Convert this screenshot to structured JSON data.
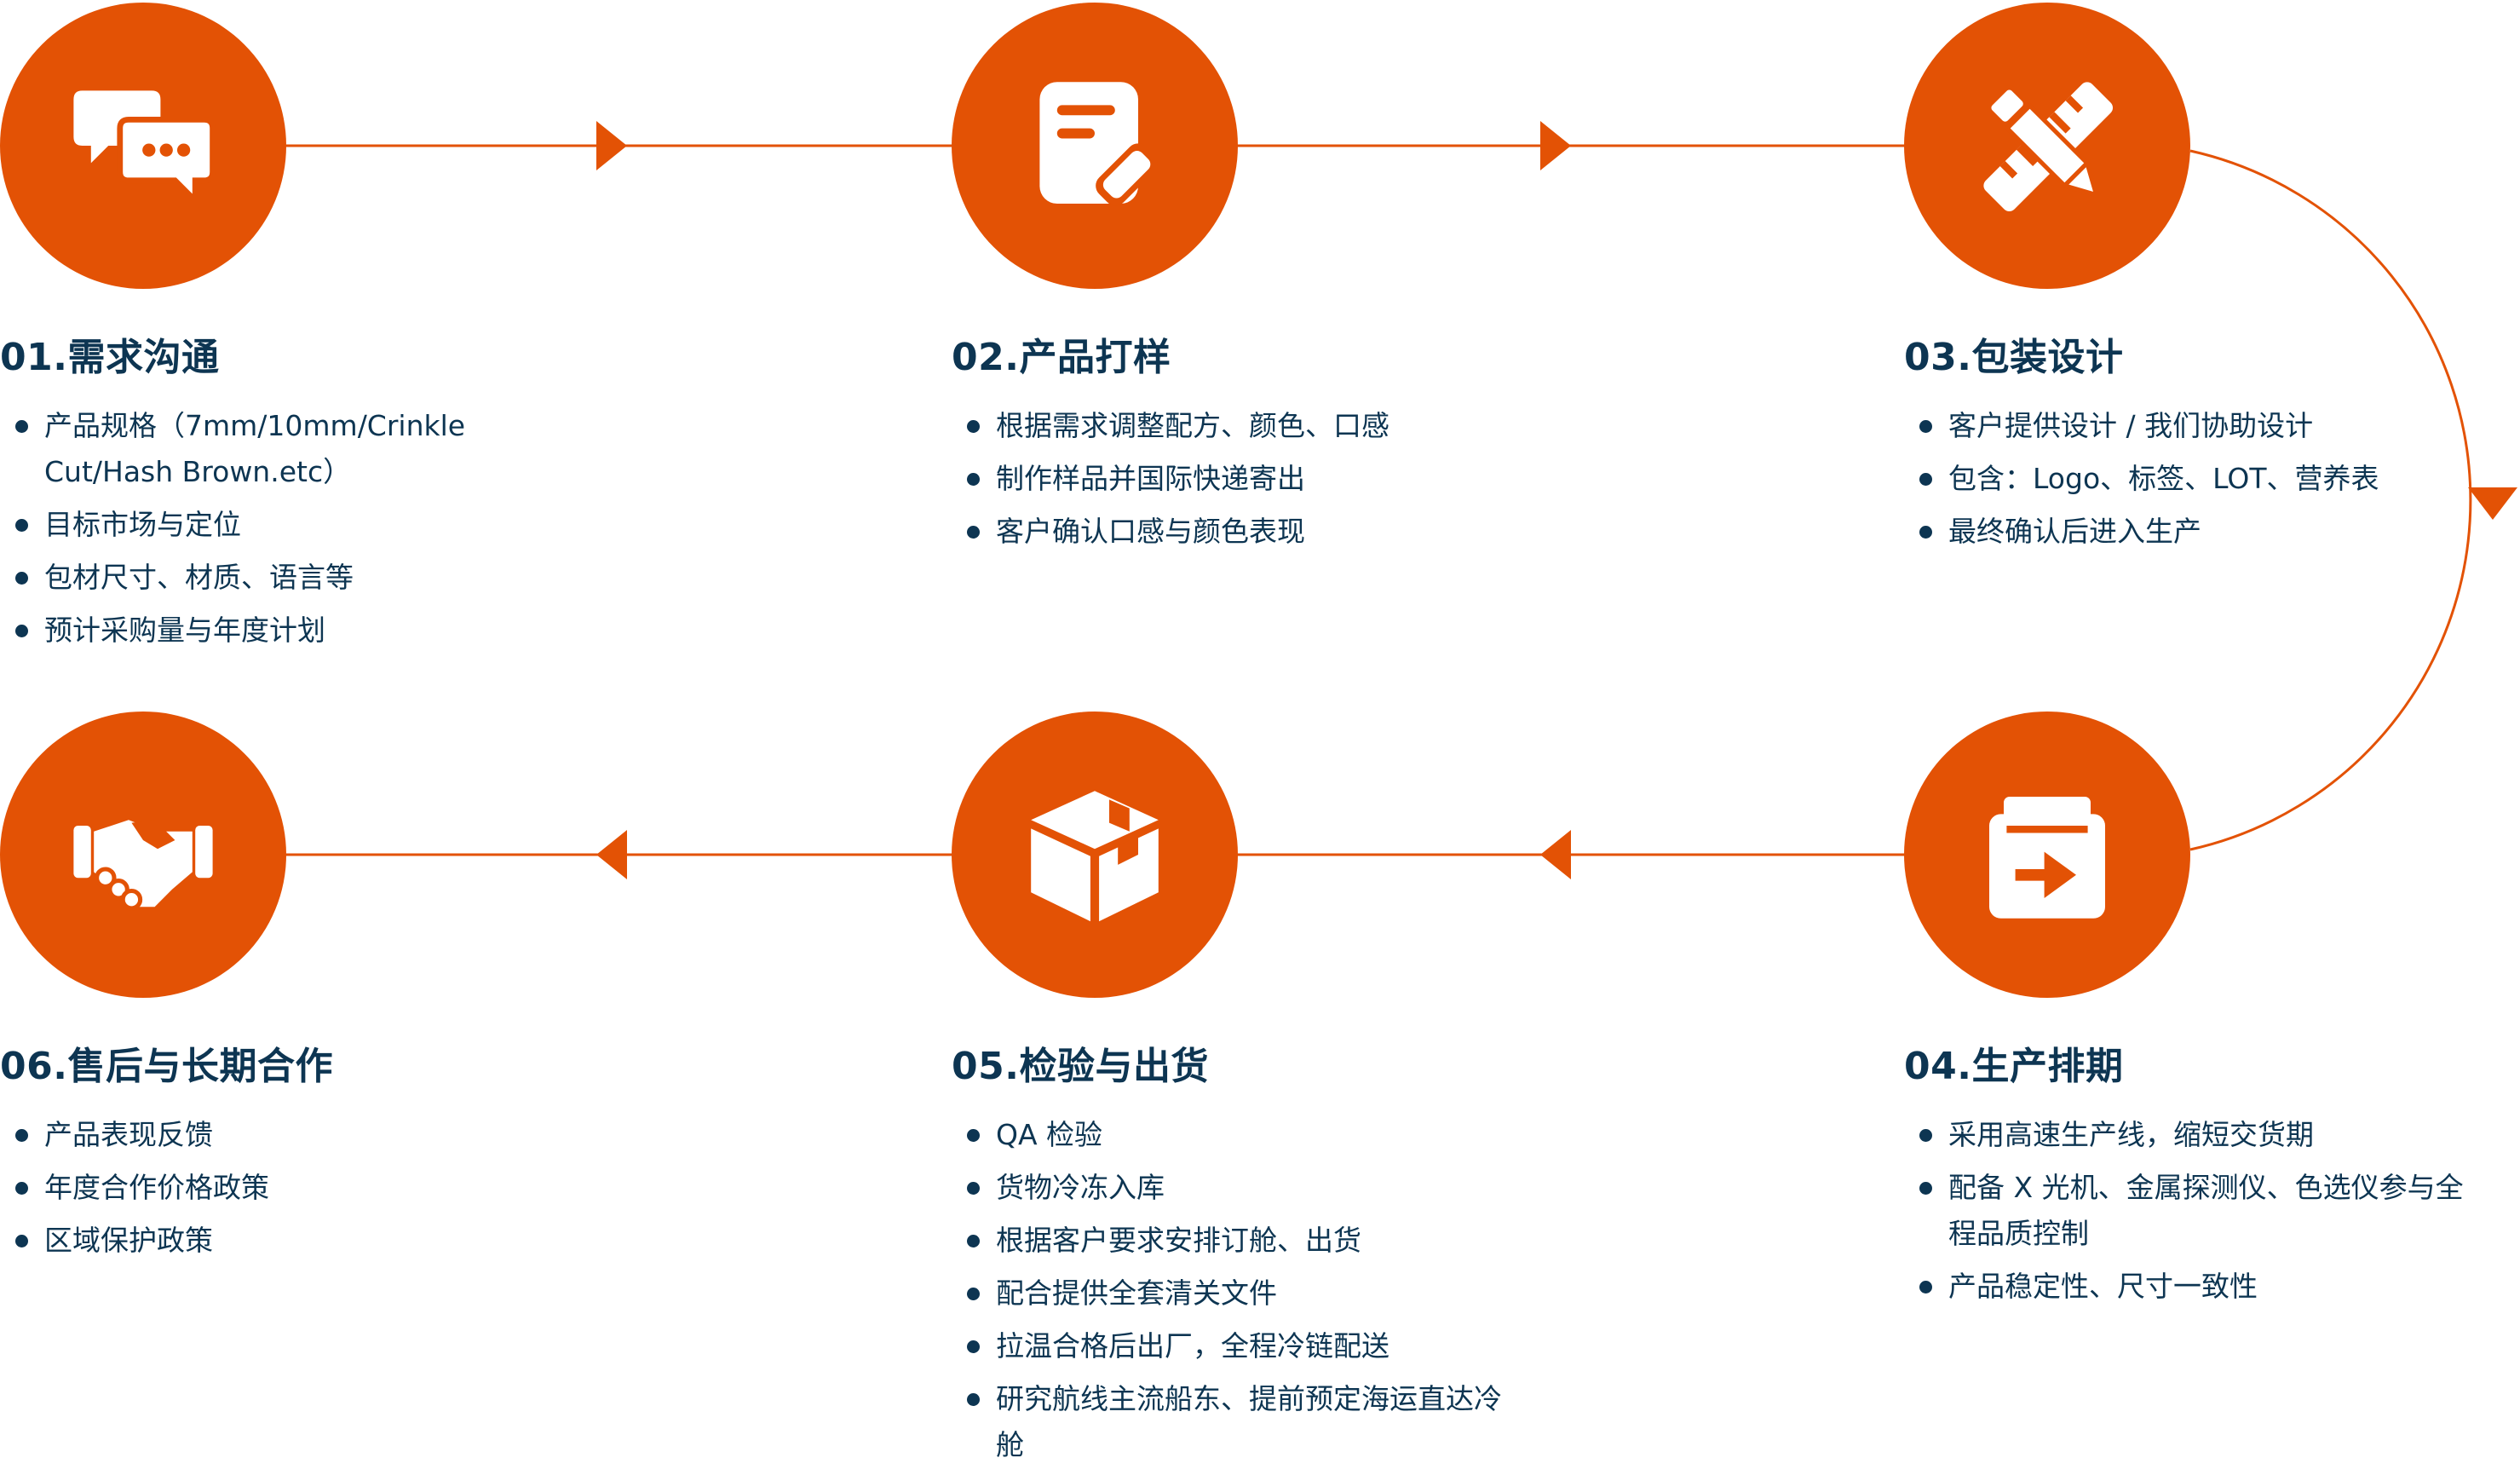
{
  "colors": {
    "accent": "#e35205",
    "text": "#0d3552",
    "background": "#ffffff",
    "icon": "#ffffff"
  },
  "steps": [
    {
      "title": "01.需求沟通",
      "icon": "chat-bubbles-icon",
      "items": [
        "产品规格（7mm/10mm/Crinkle Cut/Hash Brown.etc）",
        "目标市场与定位",
        "包材尺寸、材质、语言等",
        "预计采购量与年度计划"
      ]
    },
    {
      "title": "02.产品打样",
      "icon": "note-edit-icon",
      "items": [
        "根据需求调整配方、颜色、口感",
        "制作样品并国际快递寄出",
        "客户确认口感与颜色表现"
      ]
    },
    {
      "title": "03.包装设计",
      "icon": "ruler-pencil-icon",
      "items": [
        "客户提供设计 / 我们协助设计",
        "包含：Logo、标签、LOT、营养表",
        "最终确认后进入生产"
      ]
    },
    {
      "title": "04.生产排期",
      "icon": "schedule-box-icon",
      "items": [
        "采用高速生产线，缩短交货期",
        "配备 X 光机、金属探测仪、色选仪参与全程品质控制",
        "产品稳定性、尺寸一致性"
      ]
    },
    {
      "title": "05.检验与出货",
      "icon": "package-icon",
      "items": [
        "QA 检验",
        "货物冷冻入库",
        "根据客户要求安排订舱、出货",
        "配合提供全套清关文件",
        "拉温合格后出厂，全程冷链配送",
        "研究航线主流船东、提前预定海运直达冷舱"
      ]
    },
    {
      "title": "06.售后与长期合作",
      "icon": "handshake-icon",
      "items": [
        "产品表现反馈",
        "年度合作价格政策",
        "区域保护政策"
      ]
    }
  ]
}
